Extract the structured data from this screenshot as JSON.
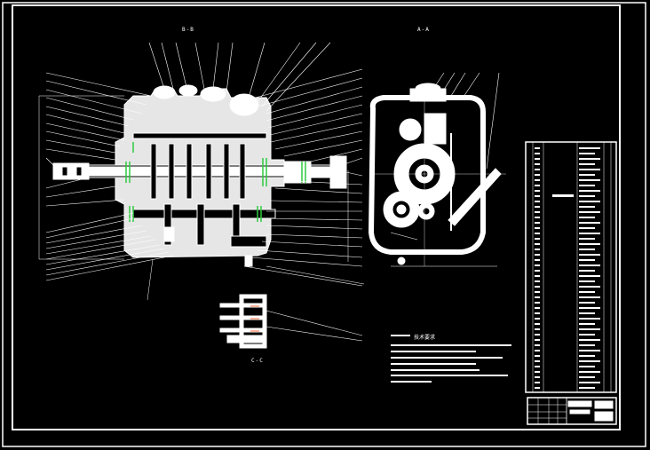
{
  "drawing": {
    "sections": {
      "b_b": "B-B",
      "a_a": "A-A",
      "c_c": "C-C"
    },
    "notes_title": "技术要求",
    "colors": {
      "background": "#000000",
      "line": "#ffffff",
      "bearing": "#2ecc40",
      "spring": "#ff6633"
    }
  }
}
